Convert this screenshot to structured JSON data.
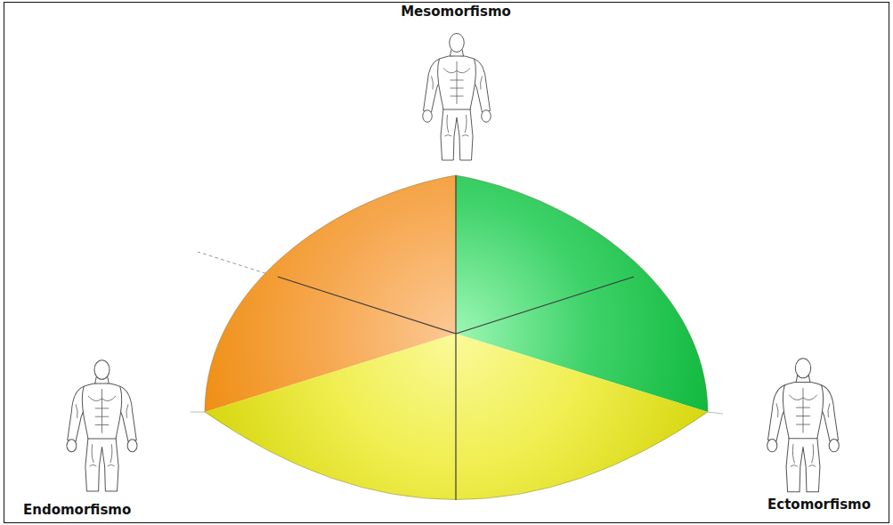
{
  "diagram": {
    "labels": [
      "Mesomorfismo",
      "Endomorfismo",
      "Ectomorfismo"
    ]
  }
}
